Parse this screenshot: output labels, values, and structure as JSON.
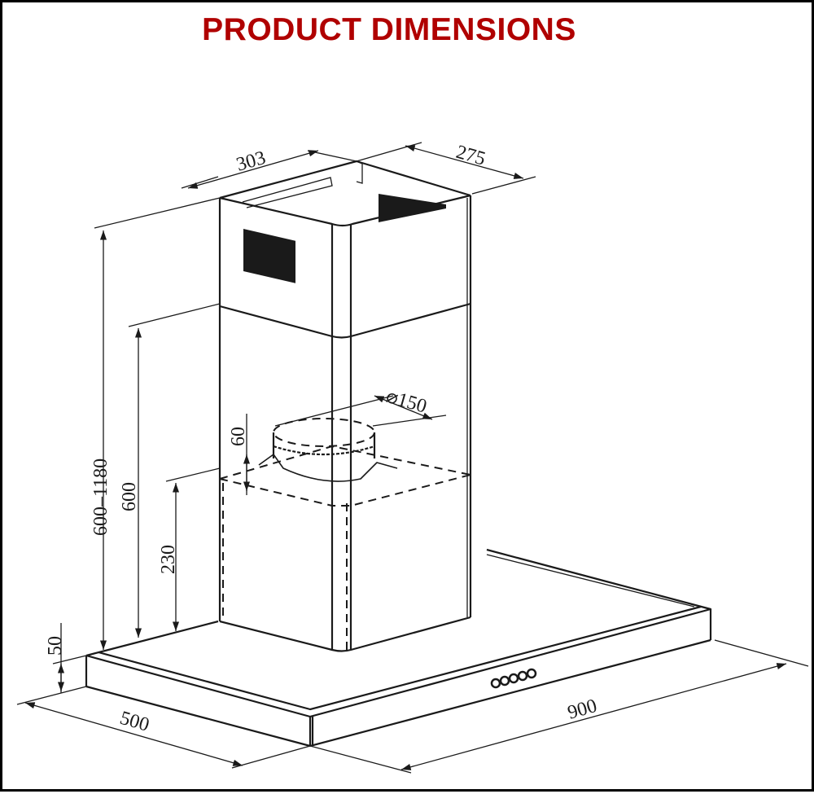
{
  "title": "PRODUCT DIMENSIONS",
  "title_color": "#b00000",
  "diagram": {
    "subject": "chimney cooker hood",
    "units": "mm",
    "dimensions": {
      "chimney_width": "303",
      "chimney_depth": "275",
      "total_height_range": "600–1180",
      "lower_chimney_height": "600",
      "outlet_height_from_base": "230",
      "outlet_collar_height": "60",
      "outlet_diameter": "⌀150",
      "canopy_thickness": "50",
      "canopy_depth": "500",
      "canopy_width": "900"
    },
    "control_buttons_count": 5
  }
}
